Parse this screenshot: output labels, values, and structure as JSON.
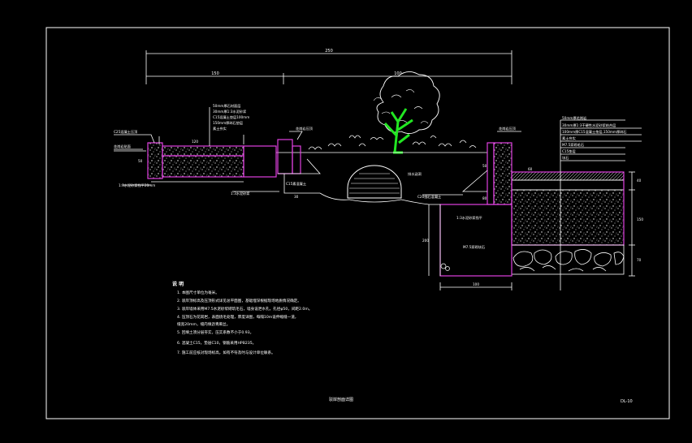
{
  "drawing": {
    "title": "驳岸剖面详图",
    "sheet_number": "DL-10",
    "overall_dimension": "250",
    "dimension_left": "150",
    "dimension_right": "100",
    "notes_header": "说 明",
    "notes": [
      "1. 本图尺寸单位为毫米。",
      "2. 驳岸顶标高及压顶形式详见总平面图，基础埋深根据现场地质情况确定。",
      "3. 驳岸墙体采用M7.5水泥砂浆砌筑毛石，墙身设泄水孔，孔径φ50，间距2.0m。",
      "4. 压顶石为花岗岩，表面烧毛处理，厚度详图，每隔10m设伸缩缝一道，",
      "   缝宽20mm，缝内填沥青麻丝。",
      "5. 回填土须分层夯实，压实系数不小于0.93。",
      "6. 混凝土C15，垫层C10，钢筋采用HPB235。",
      "7. 施工前应核对现场标高，如有不符及时与设计单位联系。"
    ],
    "labels": {
      "left_top": "C25混凝土压顶",
      "left_side": "花岗岩贴面",
      "left_bottom": "1:3水泥砂浆找平20mm",
      "mid_stack": [
        "50mm厚石材面层",
        "30mm厚1:3水泥砂浆",
        "C15混凝土垫层100mm",
        "150mm厚碎石垫层",
        "素土夯实"
      ],
      "mid_right": "花岗岩压顶",
      "culvert": "排水涵洞",
      "block_mid": "C15素混凝土",
      "block_mid_low": "1:3水泥砂浆",
      "right_top": "花岗岩压顶",
      "right_side": "C20细石混凝土",
      "right_low": "1:3水泥砂浆找平",
      "foundation": "M7.5浆砌块石",
      "legend": [
        "50mm厚花岗岩",
        "30mm厚1:3干硬性水泥砂浆结合层",
        "100mm厚C15混凝土垫层,150mm厚碎石",
        "素土夯实",
        "M7.5浆砌毛石",
        "C15垫层",
        "块石"
      ]
    },
    "dims": {
      "d120": "120",
      "d50a": "50",
      "d50b": "50",
      "d30": "30",
      "d40": "40",
      "d60": "60",
      "d80": "80",
      "d150": "150",
      "d70": "70",
      "d200": "200",
      "d100": "100"
    },
    "colors": {
      "frame": "#ffffff",
      "section": "#e040e0",
      "tree": "#22e622",
      "lines": "#ffffff"
    }
  }
}
